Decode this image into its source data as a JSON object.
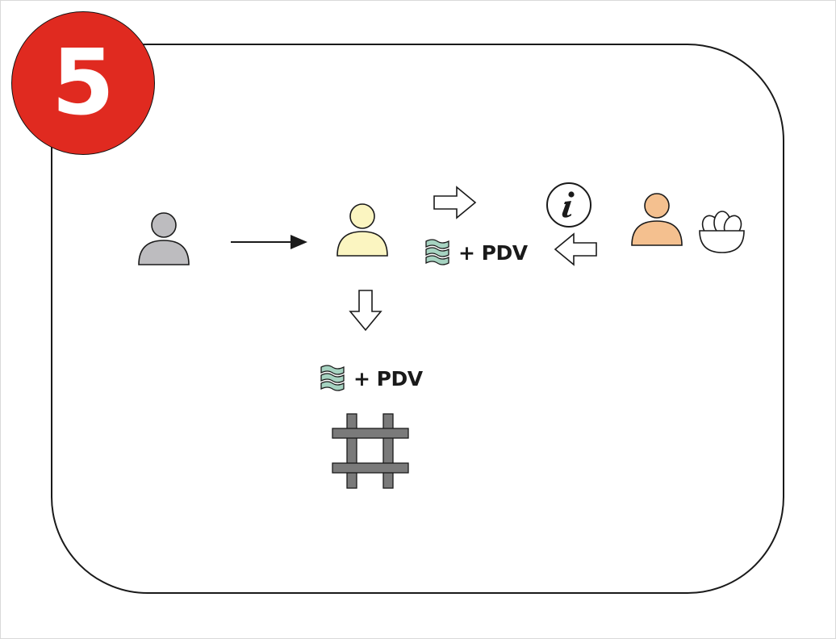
{
  "step_number": "5",
  "flow_labels": {
    "right_payment": "+ PDV",
    "lower_payment": "+ PDV"
  },
  "icons": {
    "badge": "step-number-badge",
    "person_left": "person-icon-gray",
    "person_center": "person-icon-yellow",
    "person_right": "person-icon-orange",
    "basket": "food-basket-icon",
    "info": "info-icon",
    "money": "money-icon",
    "tax_grid": "hashtag-grid-icon"
  },
  "colors": {
    "badge": "#e02a20",
    "person_left": "#bdbcbf",
    "person_center": "#fbf5c1",
    "person_right": "#f4c08f",
    "money": "#a6d3c1",
    "grid": "#7a7a7a"
  }
}
